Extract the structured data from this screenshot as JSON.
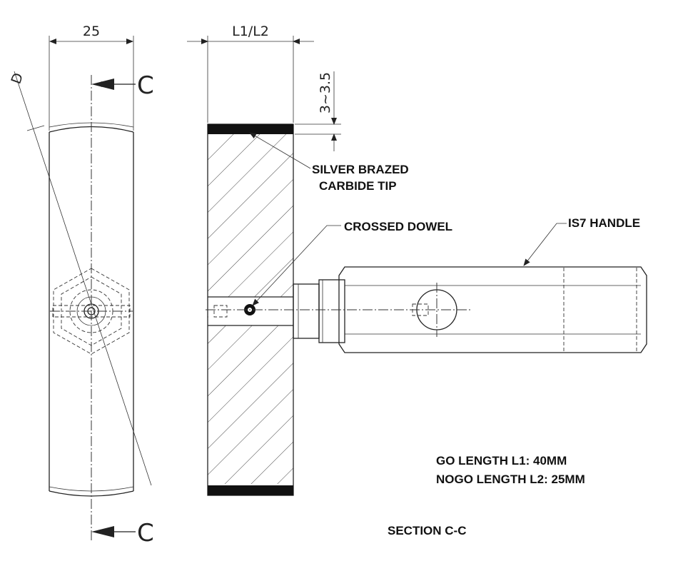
{
  "dimensions": {
    "width_label": "25",
    "length_label": "L1/L2",
    "tip_label": "3~3.5",
    "diameter_label": "D"
  },
  "section_marks": {
    "top": "C",
    "bottom": "C"
  },
  "callouts": {
    "carbide_line1": "SILVER BRAZED",
    "carbide_line2": "CARBIDE TIP",
    "dowel": "CROSSED DOWEL",
    "handle": "IS7 HANDLE"
  },
  "notes": {
    "go_length": "GO LENGTH L1: 40MM",
    "nogo_length": "NOGO LENGTH L2: 25MM",
    "section": "SECTION C-C"
  }
}
